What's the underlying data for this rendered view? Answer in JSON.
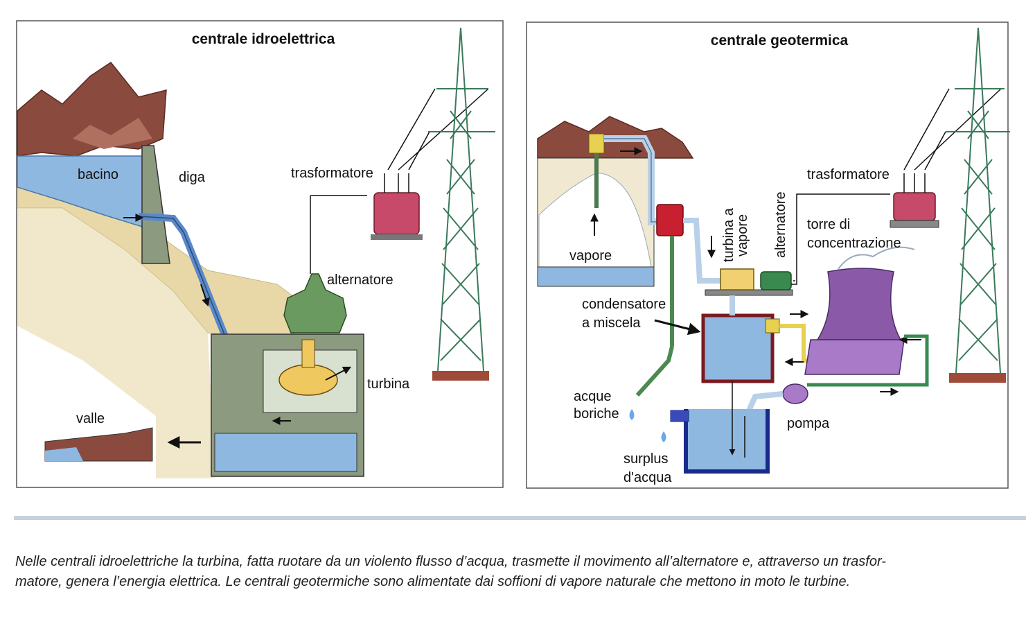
{
  "hydro": {
    "title": "centrale idroelettrica",
    "labels": {
      "bacino": "bacino",
      "diga": "diga",
      "trasformatore": "trasformatore",
      "alternatore": "alternatore",
      "turbina": "turbina",
      "valle": "valle"
    }
  },
  "geo": {
    "title": "centrale geotermica",
    "labels": {
      "vapore": "vapore",
      "turbina_a": "turbina a",
      "turbina_vapore": "vapore",
      "alternatore": "alternatore",
      "trasformatore": "trasformatore",
      "torre_1": "torre di",
      "torre_2": "concentrazione",
      "condensatore_1": "condensatore",
      "condensatore_2": "a miscela",
      "acque_1": "acque",
      "acque_2": "boriche",
      "pompa": "pompa",
      "surplus_1": "surplus",
      "surplus_2": "d'acqua"
    }
  },
  "caption": {
    "line1": "Nelle centrali idroelettriche la turbina, fatta ruotare da un violento flusso d’acqua, trasmette il movimento all’alternatore e, attraverso un trasfor-",
    "line2": "matore, genera l’energia elettrica. Le centrali geotermiche sono alimentate dai soffioni di vapore naturale che mettono in moto le turbine."
  },
  "colors": {
    "water": "#8fb8e0",
    "mountain": "#8a4a3e",
    "ground": "#e8d8a8",
    "building": "#8c9a80",
    "generator": "#6a9a60",
    "transformer": "#c84a6a",
    "pylon": "#4a8a6a",
    "tower": "#8a5aa8"
  }
}
